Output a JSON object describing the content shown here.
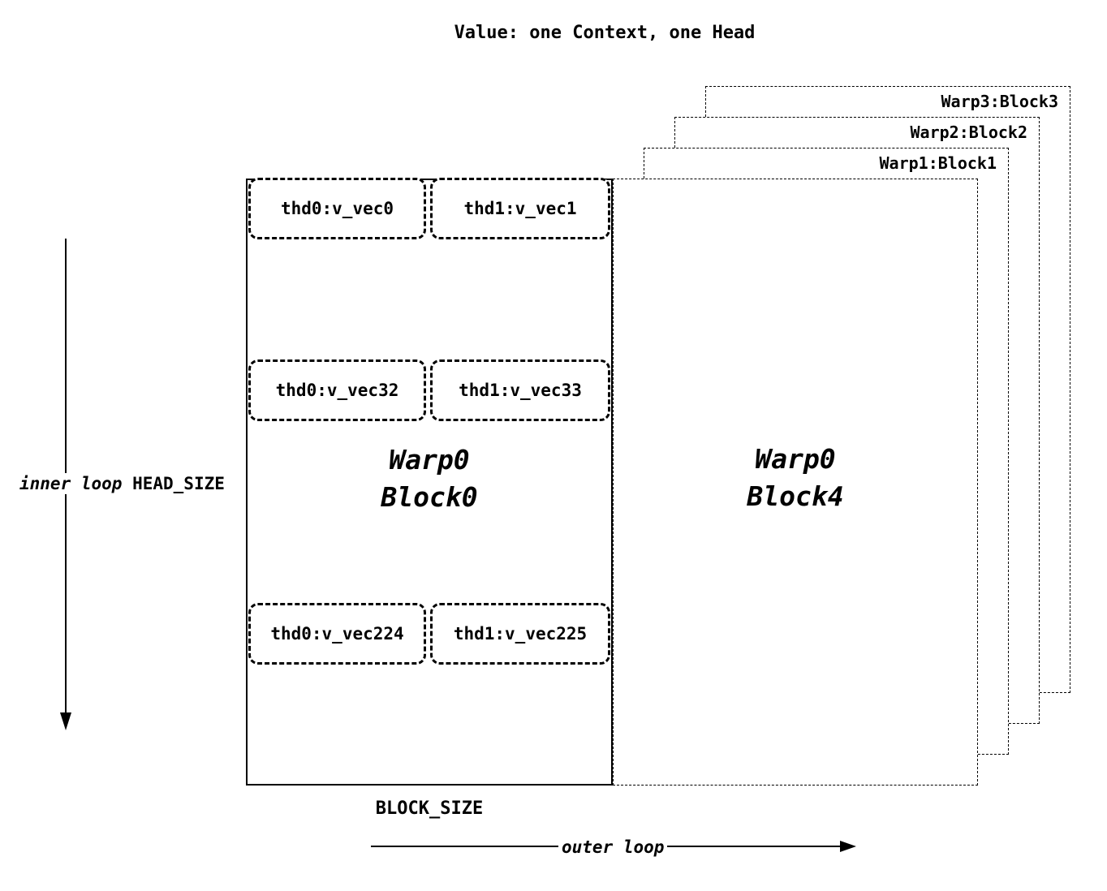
{
  "title": "Value: one Context, one Head",
  "stack": [
    {
      "label": "Warp3:Block3"
    },
    {
      "label": "Warp2:Block2"
    },
    {
      "label": "Warp1:Block1"
    }
  ],
  "block0": {
    "line1": "Warp0",
    "line2": "Block0",
    "rows": [
      {
        "left": "thd0:v_vec0",
        "right": "thd1:v_vec1"
      },
      {
        "left": "thd0:v_vec32",
        "right": "thd1:v_vec33"
      },
      {
        "left": "thd0:v_vec224",
        "right": "thd1:v_vec225"
      }
    ]
  },
  "block4": {
    "line1": "Warp0",
    "line2": "Block4"
  },
  "labels": {
    "inner_loop": "inner loop",
    "head_size": "HEAD_SIZE",
    "block_size": "BLOCK_SIZE",
    "outer_loop": "outer loop"
  },
  "colors": {
    "ink": "#000000",
    "background": "#ffffff"
  }
}
